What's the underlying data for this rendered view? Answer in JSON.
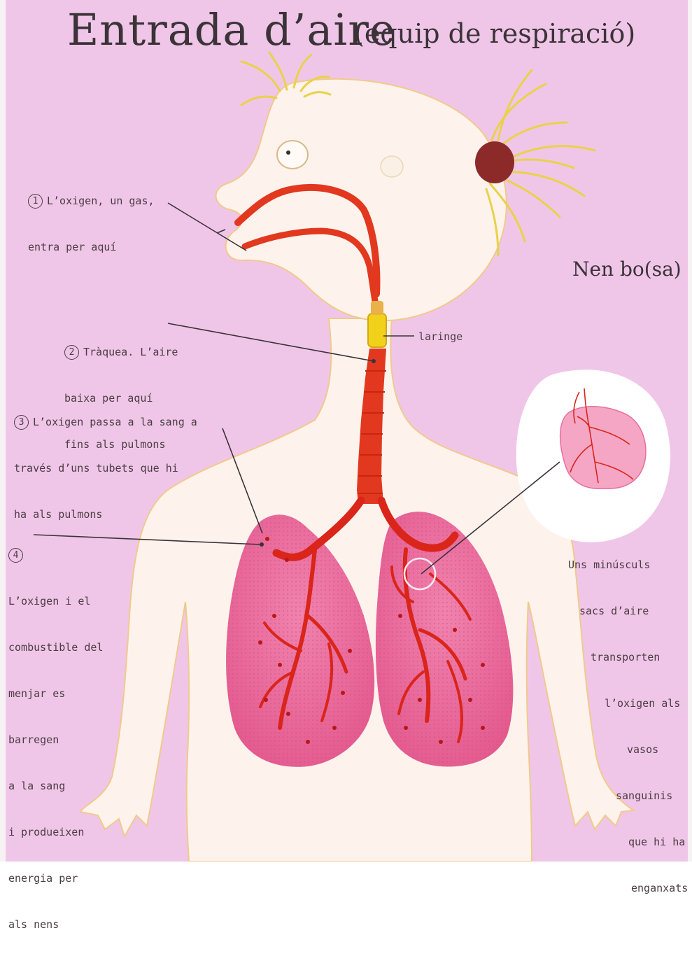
{
  "title": {
    "main": "Entrada d’aire",
    "sub": "(equip de respiració)"
  },
  "side_title": "Nen bo(sa)",
  "labels": {
    "step1": {
      "number": "1",
      "lines": [
        "L’oxigen, un gas,",
        "entra per aquí"
      ]
    },
    "step2": {
      "number": "2",
      "lines": [
        "Tràquea. L’aire",
        "baixa per aquí",
        "fins als pulmons"
      ]
    },
    "larynx": "laringe",
    "step3": {
      "number": "3",
      "lines": [
        "L’oxigen passa a la sang a",
        "través d’uns tubets que hi",
        "ha als pulmons"
      ]
    },
    "step4": {
      "number": "4",
      "lines": [
        "L’oxigen i el",
        "combustible del",
        "menjar es",
        "barregen",
        "a la sang",
        "i produeixen",
        "energia per",
        "als nens"
      ]
    },
    "alveolus": {
      "lines": [
        "Uns minúsculs",
        "sacs d’aire",
        "transporten",
        "l’oxigen als",
        "vasos",
        "sanguinis",
        "que hi ha",
        "enganxats"
      ]
    }
  },
  "colors": {
    "background": "#f0c6e8",
    "body_fill": "#fdf3ec",
    "airway": "#e2381f",
    "lung": "#e9679a",
    "hair": "#e8d24a",
    "larynx": "#f2d11b"
  }
}
